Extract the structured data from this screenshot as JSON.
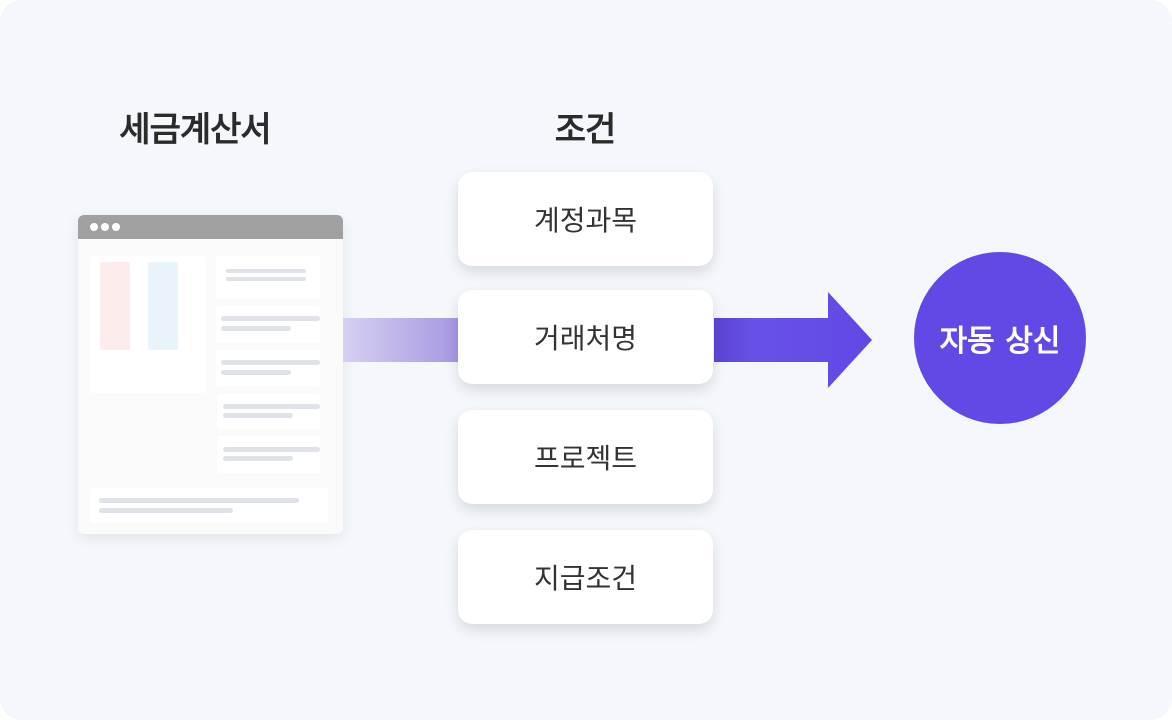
{
  "left_title": "세금계산서",
  "middle_title": "조건",
  "conditions": [
    "계정과목",
    "거래처명",
    "프로젝트",
    "지급조건"
  ],
  "result": "자동 상신",
  "colors": {
    "accent": "#6248e5",
    "background": "#f4f7fc"
  }
}
